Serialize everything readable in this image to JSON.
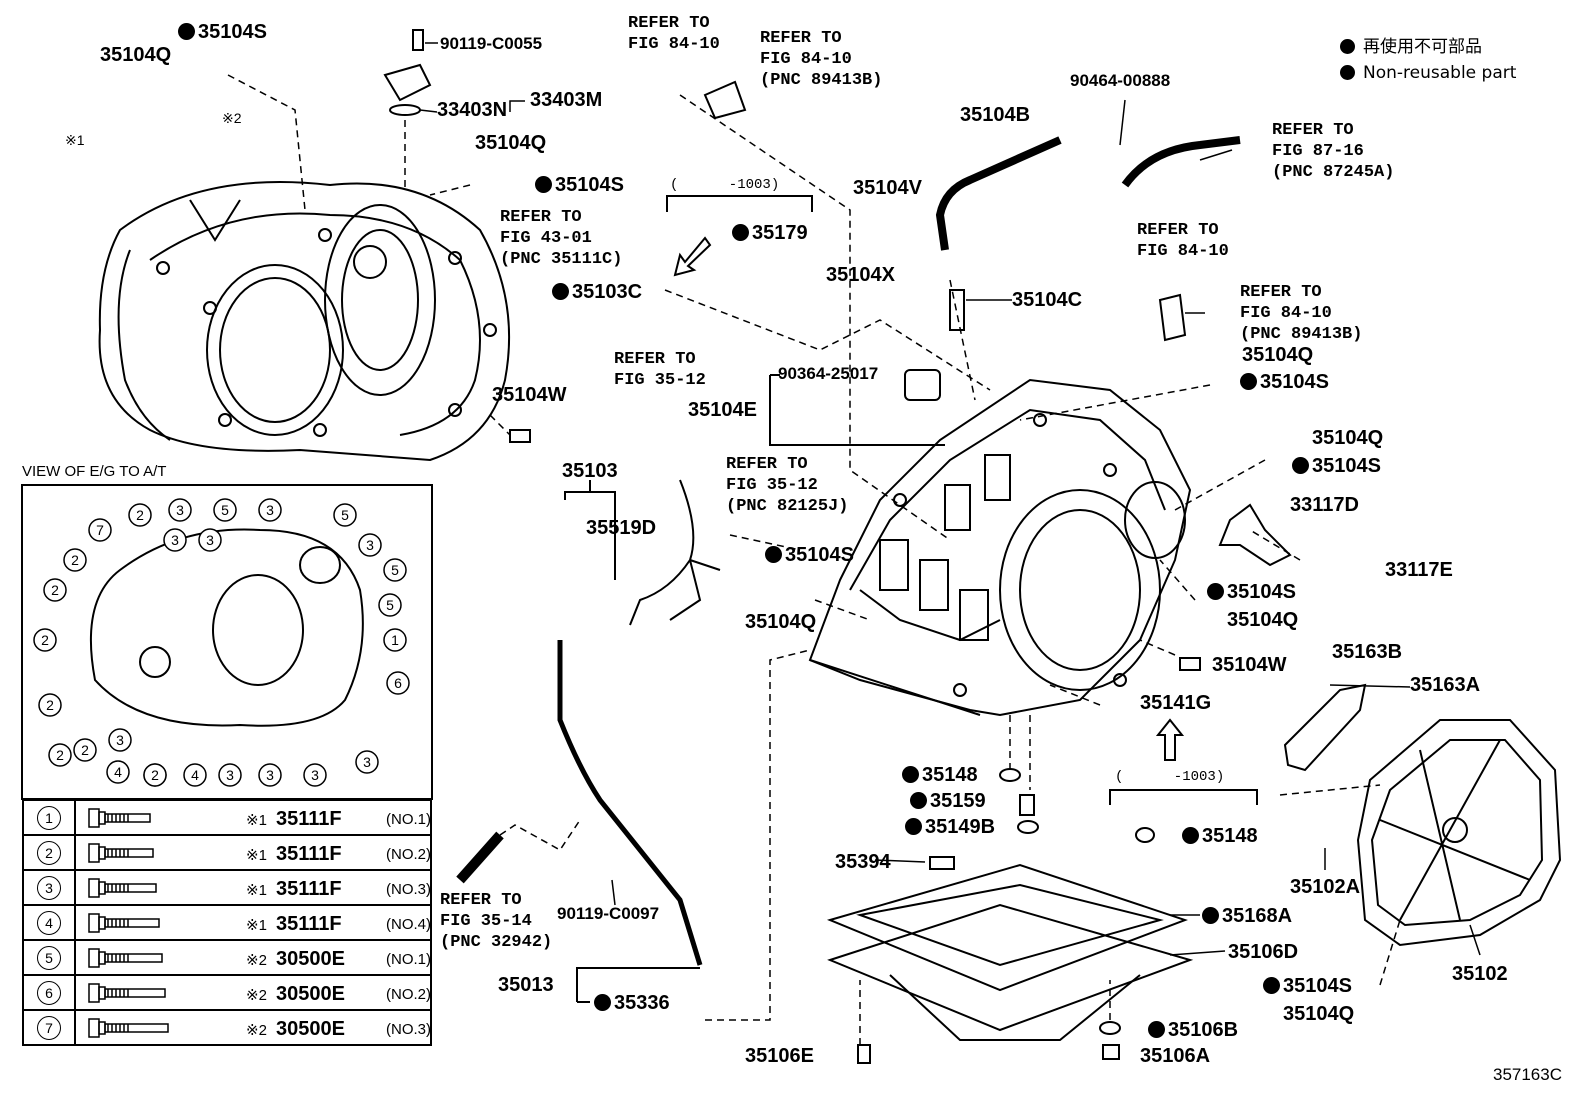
{
  "legend": {
    "jp": "再使用不可部品",
    "en": "Non-reusable part"
  },
  "view_title": "VIEW OF E/G TO A/T",
  "figure_code": "357163C",
  "labels": {
    "l35104S_a": "35104S",
    "l35104Q_a": "35104Q",
    "l90119C0055": "90119-C0055",
    "l33403N": "33403N",
    "l33403M": "33403M",
    "l35104Q_b": "35104Q",
    "l35104S_b": "35104S",
    "lref1": "REFER TO\nFIG 43-01\n(PNC 35111C)",
    "lmark1": "※1",
    "lmark2": "※2",
    "lref84a": "REFER TO\nFIG 84-10",
    "lref84b": "REFER TO\nFIG 84-10\n(PNC 89413B)",
    "lrange1": "(      -1003)",
    "l35179": "35179",
    "l35103C": "35103C",
    "l35104W_a": "35104W",
    "l35104B": "35104B",
    "l90464": "90464-00888",
    "lref87": "REFER TO\nFIG 87-16\n(PNC 87245A)",
    "l35104V": "35104V",
    "l35104X": "35104X",
    "l35104C": "35104C",
    "lref84c": "REFER TO\nFIG 84-10",
    "lref84d": "REFER TO\nFIG 84-10\n(PNC 89413B)",
    "l35104Q_c": "35104Q",
    "l35104S_c": "35104S",
    "l90364": "90364-25017",
    "l35104E": "35104E",
    "lref3512a": "REFER TO\nFIG 35-12",
    "lref3512b": "REFER TO\nFIG 35-12\n(PNC 82125J)",
    "l35103": "35103",
    "l35519D": "35519D",
    "l35104S_d": "35104S",
    "l35104Q_d": "35104Q",
    "l35104Q_e": "35104Q",
    "l35104S_e": "35104S",
    "l33117D": "33117D",
    "l33117E": "33117E",
    "l35104S_f": "35104S",
    "l35104Q_f": "35104Q",
    "l35104W_b": "35104W",
    "l35163B": "35163B",
    "l35163A": "35163A",
    "l35141G": "35141G",
    "lrange2": "(      -1003)",
    "l35148_a": "35148",
    "l35159": "35159",
    "l35149B": "35149B",
    "l35148_b": "35148",
    "l35102A": "35102A",
    "l35394": "35394",
    "l35168A": "35168A",
    "l35106D": "35106D",
    "l35102": "35102",
    "l35104S_g": "35104S",
    "l35104Q_g": "35104Q",
    "l35106B": "35106B",
    "l35106A": "35106A",
    "l35106E": "35106E",
    "lref3514": "REFER TO\nFIG 35-14\n(PNC 32942)",
    "l90119C0097": "90119-C0097",
    "l35013": "35013",
    "l35336": "35336"
  },
  "view_numbers": [
    "2",
    "3",
    "5",
    "3",
    "5",
    "7",
    "2",
    "3",
    "5",
    "2",
    "3",
    "5",
    "2",
    "3",
    "2",
    "1",
    "2",
    "6",
    "2",
    "3",
    "2",
    "4",
    "2",
    "4",
    "3",
    "3",
    "3",
    "3"
  ],
  "bolt_table": [
    {
      "num": "1",
      "mark": "※1",
      "part": "35111F",
      "no": "(NO.1)"
    },
    {
      "num": "2",
      "mark": "※1",
      "part": "35111F",
      "no": "(NO.2)"
    },
    {
      "num": "3",
      "mark": "※1",
      "part": "35111F",
      "no": "(NO.3)"
    },
    {
      "num": "4",
      "mark": "※1",
      "part": "35111F",
      "no": "(NO.4)"
    },
    {
      "num": "5",
      "mark": "※2",
      "part": "30500E",
      "no": "(NO.1)"
    },
    {
      "num": "6",
      "mark": "※2",
      "part": "30500E",
      "no": "(NO.2)"
    },
    {
      "num": "7",
      "mark": "※2",
      "part": "30500E",
      "no": "(NO.3)"
    }
  ]
}
